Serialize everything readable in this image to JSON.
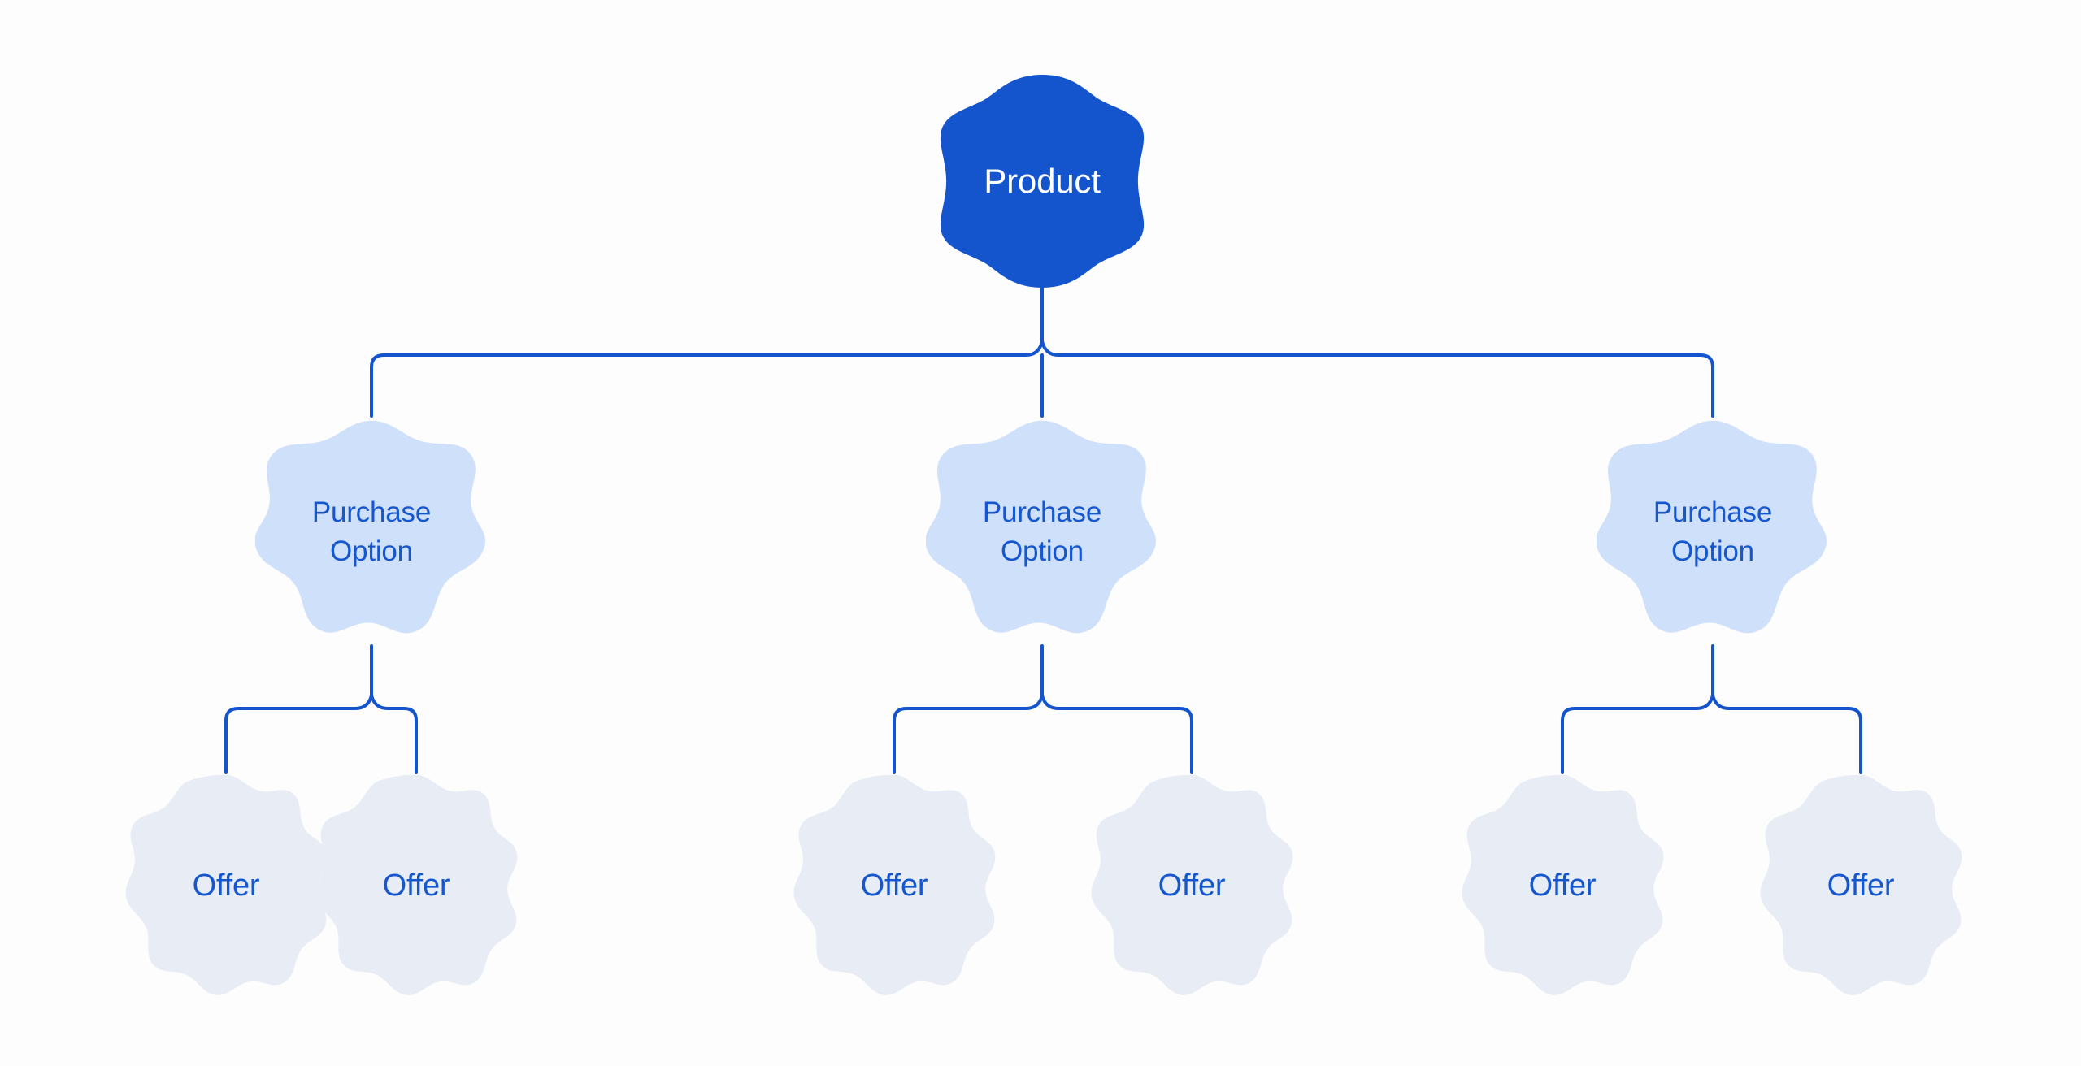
{
  "diagram": {
    "title": "Product purchase option and offer hierarchy",
    "background_color": "#fdfdfe",
    "connector_color": "#1455ce",
    "connector_width": 4,
    "levels": 3
  },
  "chart_data": {
    "type": "diagram",
    "subtype": "tree",
    "title": "",
    "orientation": "top-down",
    "nodes": [
      {
        "id": "product",
        "label": "Product",
        "level": 0,
        "shape": "blob-4-lobe",
        "fill": "#1455ce",
        "text_color": "#ffffff",
        "font_size": 42,
        "center": [
          1282,
          223
        ],
        "size": [
          262,
          262
        ]
      },
      {
        "id": "purchase-option-1",
        "label": "Purchase\nOption",
        "level": 1,
        "shape": "blob-8-lobe",
        "fill": "#cfe0fa",
        "text_color": "#1557cf",
        "font_size": 35,
        "center": [
          457,
          655
        ],
        "size": [
          286,
          286
        ],
        "parent": "product"
      },
      {
        "id": "purchase-option-2",
        "label": "Purchase\nOption",
        "level": 1,
        "shape": "blob-8-lobe",
        "fill": "#cfe0fa",
        "text_color": "#1557cf",
        "font_size": 35,
        "center": [
          1282,
          655
        ],
        "size": [
          286,
          286
        ],
        "parent": "product"
      },
      {
        "id": "purchase-option-3",
        "label": "Purchase\nOption",
        "level": 1,
        "shape": "blob-8-lobe",
        "fill": "#cfe0fa",
        "text_color": "#1557cf",
        "font_size": 35,
        "center": [
          2107,
          655
        ],
        "size": [
          286,
          286
        ],
        "parent": "product"
      },
      {
        "id": "offer-1",
        "label": "Offer",
        "level": 2,
        "shape": "blob-12-lobe",
        "fill": "#e8edf5",
        "text_color": "#1557cf",
        "font_size": 38,
        "center": [
          278,
          1090
        ],
        "size": [
          264,
          278
        ],
        "parent": "purchase-option-1"
      },
      {
        "id": "offer-2",
        "label": "Offer",
        "level": 2,
        "shape": "blob-12-lobe",
        "fill": "#e8edf5",
        "text_color": "#1557cf",
        "font_size": 38,
        "center": [
          512,
          1090
        ],
        "size": [
          264,
          278
        ],
        "parent": "purchase-option-1"
      },
      {
        "id": "offer-3",
        "label": "Offer",
        "level": 2,
        "shape": "blob-12-lobe",
        "fill": "#e8edf5",
        "text_color": "#1557cf",
        "font_size": 38,
        "center": [
          1100,
          1090
        ],
        "size": [
          264,
          278
        ],
        "parent": "purchase-option-2"
      },
      {
        "id": "offer-4",
        "label": "Offer",
        "level": 2,
        "shape": "blob-12-lobe",
        "fill": "#e8edf5",
        "text_color": "#1557cf",
        "font_size": 38,
        "center": [
          1466,
          1090
        ],
        "size": [
          264,
          278
        ],
        "parent": "purchase-option-2"
      },
      {
        "id": "offer-5",
        "label": "Offer",
        "level": 2,
        "shape": "blob-12-lobe",
        "fill": "#e8edf5",
        "text_color": "#1557cf",
        "font_size": 38,
        "center": [
          1922,
          1090
        ],
        "size": [
          264,
          278
        ],
        "parent": "purchase-option-3"
      },
      {
        "id": "offer-6",
        "label": "Offer",
        "level": 2,
        "shape": "blob-12-lobe",
        "fill": "#e8edf5",
        "text_color": "#1557cf",
        "font_size": 38,
        "center": [
          2289,
          1090
        ],
        "size": [
          264,
          278
        ],
        "parent": "purchase-option-3"
      }
    ],
    "edges": [
      {
        "from": "product",
        "to": "purchase-option-1",
        "style": "orthogonal-rounded"
      },
      {
        "from": "product",
        "to": "purchase-option-2",
        "style": "orthogonal-rounded"
      },
      {
        "from": "product",
        "to": "purchase-option-3",
        "style": "orthogonal-rounded"
      },
      {
        "from": "purchase-option-1",
        "to": "offer-1",
        "style": "orthogonal-rounded"
      },
      {
        "from": "purchase-option-1",
        "to": "offer-2",
        "style": "orthogonal-rounded"
      },
      {
        "from": "purchase-option-2",
        "to": "offer-3",
        "style": "orthogonal-rounded"
      },
      {
        "from": "purchase-option-2",
        "to": "offer-4",
        "style": "orthogonal-rounded"
      },
      {
        "from": "purchase-option-3",
        "to": "offer-5",
        "style": "orthogonal-rounded"
      },
      {
        "from": "purchase-option-3",
        "to": "offer-6",
        "style": "orthogonal-rounded"
      }
    ],
    "legend": [],
    "colors": {
      "root_fill": "#1455ce",
      "level1_fill": "#cfe0fa",
      "level2_fill": "#e8edf5",
      "text_blue": "#1557cf",
      "text_white": "#ffffff",
      "connector": "#1455ce"
    }
  },
  "nodes": {
    "root": {
      "label": "Product"
    },
    "options": [
      {
        "label": "Purchase\nOption"
      },
      {
        "label": "Purchase\nOption"
      },
      {
        "label": "Purchase\nOption"
      }
    ],
    "offers": [
      {
        "label": "Offer"
      },
      {
        "label": "Offer"
      },
      {
        "label": "Offer"
      },
      {
        "label": "Offer"
      },
      {
        "label": "Offer"
      },
      {
        "label": "Offer"
      }
    ]
  }
}
